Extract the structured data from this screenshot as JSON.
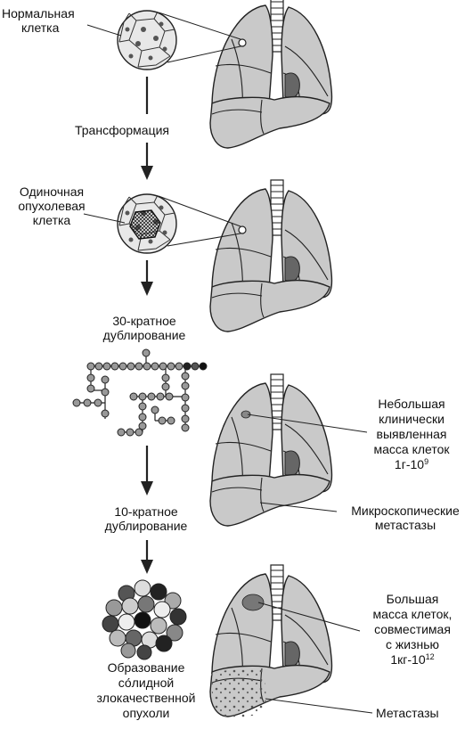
{
  "labels": {
    "normal_cell": [
      "Нормальная",
      "клетка"
    ],
    "transformation": "Трансформация",
    "single_tumor_cell": [
      "Одиночная",
      "опухолевая",
      "клетка"
    ],
    "doubling_30": [
      "30-кратное",
      "дублирование"
    ],
    "small_mass": [
      "Небольшая",
      "клинически",
      "выявленная",
      "масса клеток",
      "1г-10",
      "9"
    ],
    "micro_metastases": [
      "Микроскопические",
      "метастазы"
    ],
    "doubling_10": [
      "10-кратное",
      "дублирование"
    ],
    "large_mass": [
      "Большая",
      "масса клеток,",
      "совместимая",
      "с жизнью",
      "1кг-10",
      "12"
    ],
    "metastases": "Метастазы",
    "solid_tumor": [
      "Образование",
      "со́лидной",
      "злокачественной",
      "опухоли"
    ]
  }
}
